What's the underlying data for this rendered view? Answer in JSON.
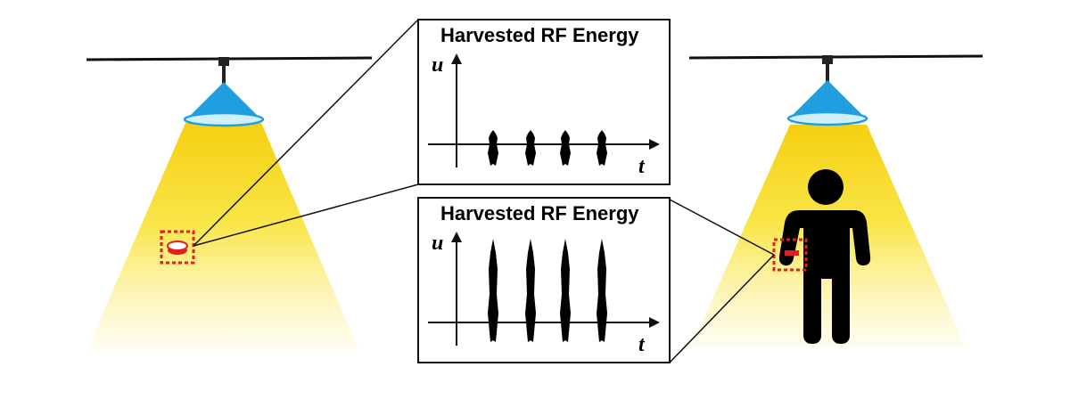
{
  "panels": {
    "top": {
      "title": "Harvested RF Energy",
      "y_axis_label": "u",
      "x_axis_label": "t",
      "pulse_amplitude": "low",
      "pulse_count": 4
    },
    "bottom": {
      "title": "Harvested RF Energy",
      "y_axis_label": "u",
      "x_axis_label": "t",
      "pulse_amplitude": "high",
      "pulse_count": 4
    }
  },
  "scenes": {
    "left": {
      "lamp": "ceiling-lamp",
      "light_color": "#f7d21a",
      "shade_color": "#1f9fe0",
      "tag": "rf-tag",
      "person": false
    },
    "right": {
      "lamp": "ceiling-lamp",
      "light_color": "#f7d21a",
      "shade_color": "#1f9fe0",
      "tag": "rf-tag",
      "person": true
    }
  },
  "colors": {
    "highlight_box": "#e0201e",
    "pulse": "#000000"
  }
}
